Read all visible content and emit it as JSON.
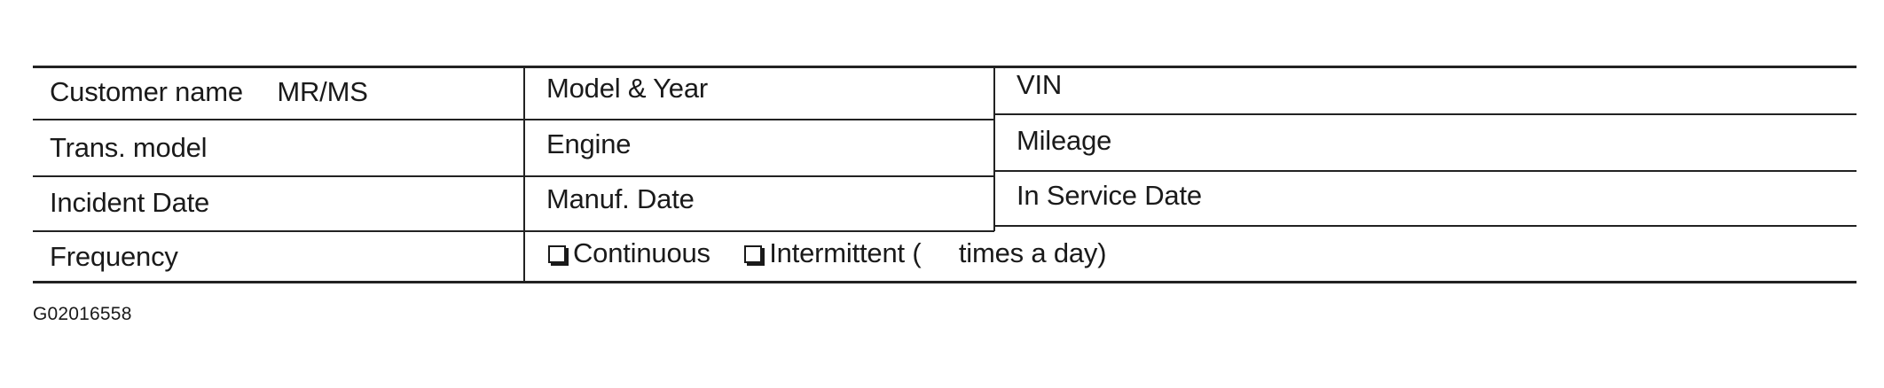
{
  "form": {
    "row1": {
      "col1_label": "Customer name",
      "col1_value": "MR/MS",
      "col2_label": "Model & Year",
      "col3_label": "VIN"
    },
    "row2": {
      "col1_label": "Trans. model",
      "col2_label": "Engine",
      "col3_label": "Mileage"
    },
    "row3": {
      "col1_label": "Incident Date",
      "col2_label": "Manuf. Date",
      "col3_label": "In Service Date"
    },
    "row4": {
      "col1_label": "Frequency",
      "option_continuous": "Continuous",
      "option_intermittent": "Intermittent (",
      "times_suffix": "times a day)"
    }
  },
  "figure_code": "G02016558"
}
